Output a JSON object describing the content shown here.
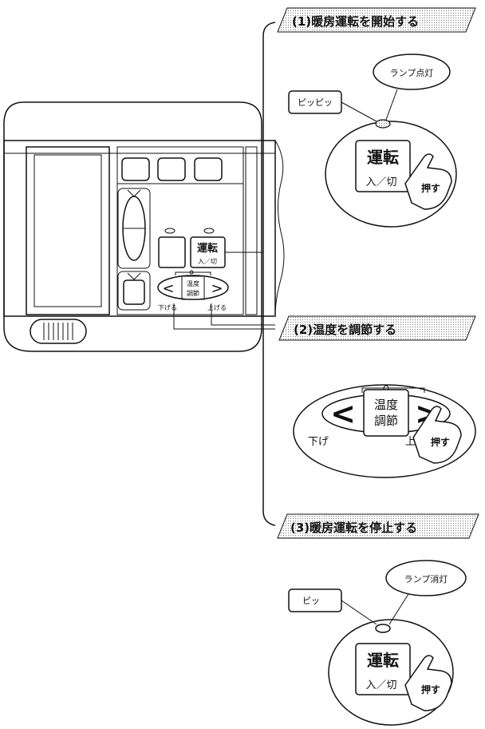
{
  "steps": [
    {
      "label": "(1)暖房運転を開始する"
    },
    {
      "label": "(2)温度を調節する"
    },
    {
      "label": "(3)暖房運転を停止する"
    }
  ],
  "remote": {
    "run_button_top": "運転",
    "run_button_bottom": "入／切",
    "temp_center_top": "温度",
    "temp_center_bottom": "調節",
    "lower_label": "下げる",
    "raise_label": "上げる",
    "left_arrow": "<",
    "right_arrow": ">"
  },
  "step1": {
    "beep": "ピッピッ",
    "lamp": "ランプ点灯",
    "run_top": "運転",
    "run_bottom": "入／切",
    "press": "押す"
  },
  "step2": {
    "center_top": "温度",
    "center_bottom": "調節",
    "left_arrow": "<",
    "right_arrow": ">",
    "lower_partial": "下げ",
    "raise_partial": "上げ",
    "press": "押す"
  },
  "step3": {
    "beep": "ピッ",
    "lamp": "ランプ消灯",
    "run_top": "運転",
    "run_bottom": "入／切",
    "press": "押す"
  }
}
